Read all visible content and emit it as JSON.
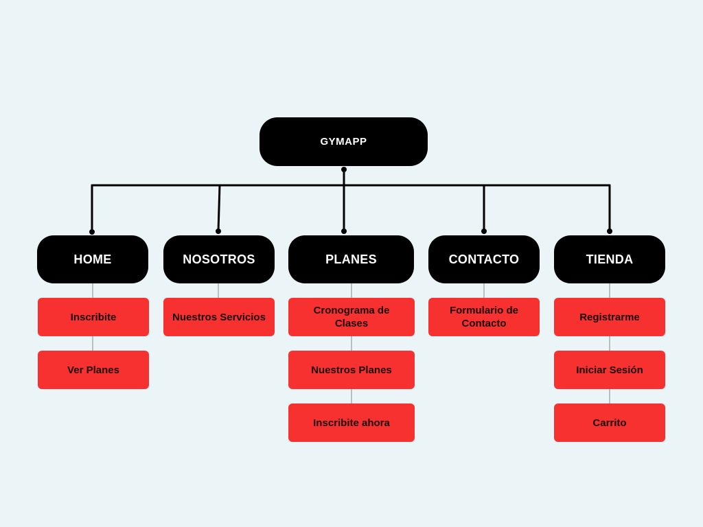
{
  "root": {
    "label": "GYMAPP"
  },
  "sections": [
    {
      "label": "HOME",
      "items": [
        "Inscribite",
        "Ver Planes"
      ]
    },
    {
      "label": "NOSOTROS",
      "items": [
        "Nuestros Servicios"
      ]
    },
    {
      "label": "PLANES",
      "items": [
        "Cronograma de Clases",
        "Nuestros Planes",
        "Inscribite ahora"
      ]
    },
    {
      "label": "CONTACTO",
      "items": [
        "Formulario de Contacto"
      ]
    },
    {
      "label": "TIENDA",
      "items": [
        "Registrarme",
        "Iniciar Sesión",
        "Carrito"
      ]
    }
  ],
  "colors": {
    "background": "#ebf4f6",
    "node_dark": "#000000",
    "node_red": "#f63130"
  }
}
